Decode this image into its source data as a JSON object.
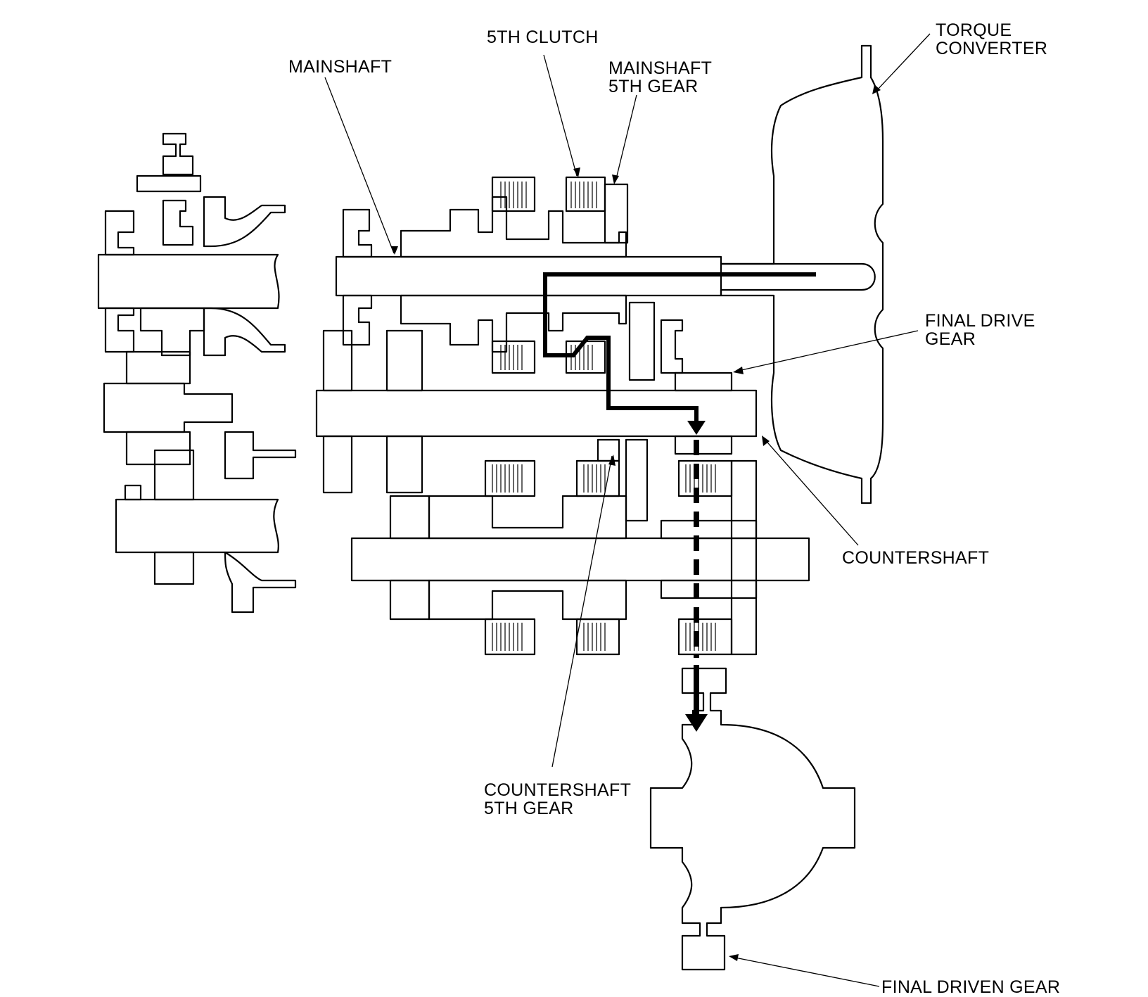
{
  "labels": {
    "fifth_clutch": "5TH CLUTCH",
    "mainshaft": "MAINSHAFT",
    "mainshaft_5th_gear_line1": "MAINSHAFT",
    "mainshaft_5th_gear_line2": "5TH GEAR",
    "torque_converter_line1": "TORQUE",
    "torque_converter_line2": "CONVERTER",
    "final_drive_gear_line1": "FINAL DRIVE",
    "final_drive_gear_line2": "GEAR",
    "countershaft": "COUNTERSHAFT",
    "countershaft_5th_gear_line1": "COUNTERSHAFT",
    "countershaft_5th_gear_line2": "5TH GEAR",
    "final_driven_gear": "FINAL DRIVEN GEAR"
  },
  "colors": {
    "ink": "#000000",
    "background": "#ffffff"
  }
}
